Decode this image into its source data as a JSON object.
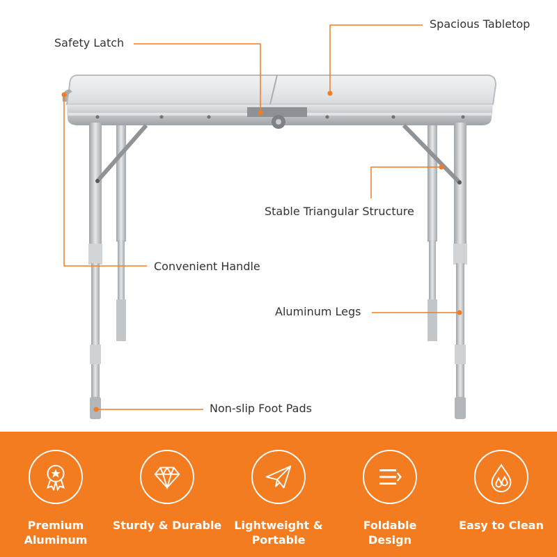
{
  "colors": {
    "accent": "#f47c20",
    "band_text": "#ffffff",
    "callout_text": "#333333",
    "table_silver": "#c9ccd0"
  },
  "product": {
    "image_subject": "folding aluminum table"
  },
  "callouts": {
    "safety_latch": "Safety Latch",
    "spacious_tabletop": "Spacious Tabletop",
    "stable_triangular_structure": "Stable Triangular Structure",
    "convenient_handle": "Convenient Handle",
    "aluminum_legs": "Aluminum Legs",
    "non_slip_foot_pads": "Non-slip Foot Pads"
  },
  "features": [
    {
      "icon": "award-medal-icon",
      "label": "Premium\nAluminum"
    },
    {
      "icon": "diamond-icon",
      "label": "Sturdy & Durable"
    },
    {
      "icon": "paper-plane-icon",
      "label": "Lightweight &\nPortable"
    },
    {
      "icon": "fold-lines-icon",
      "label": "Foldable\nDesign"
    },
    {
      "icon": "water-drops-icon",
      "label": "Easy to Clean"
    }
  ]
}
